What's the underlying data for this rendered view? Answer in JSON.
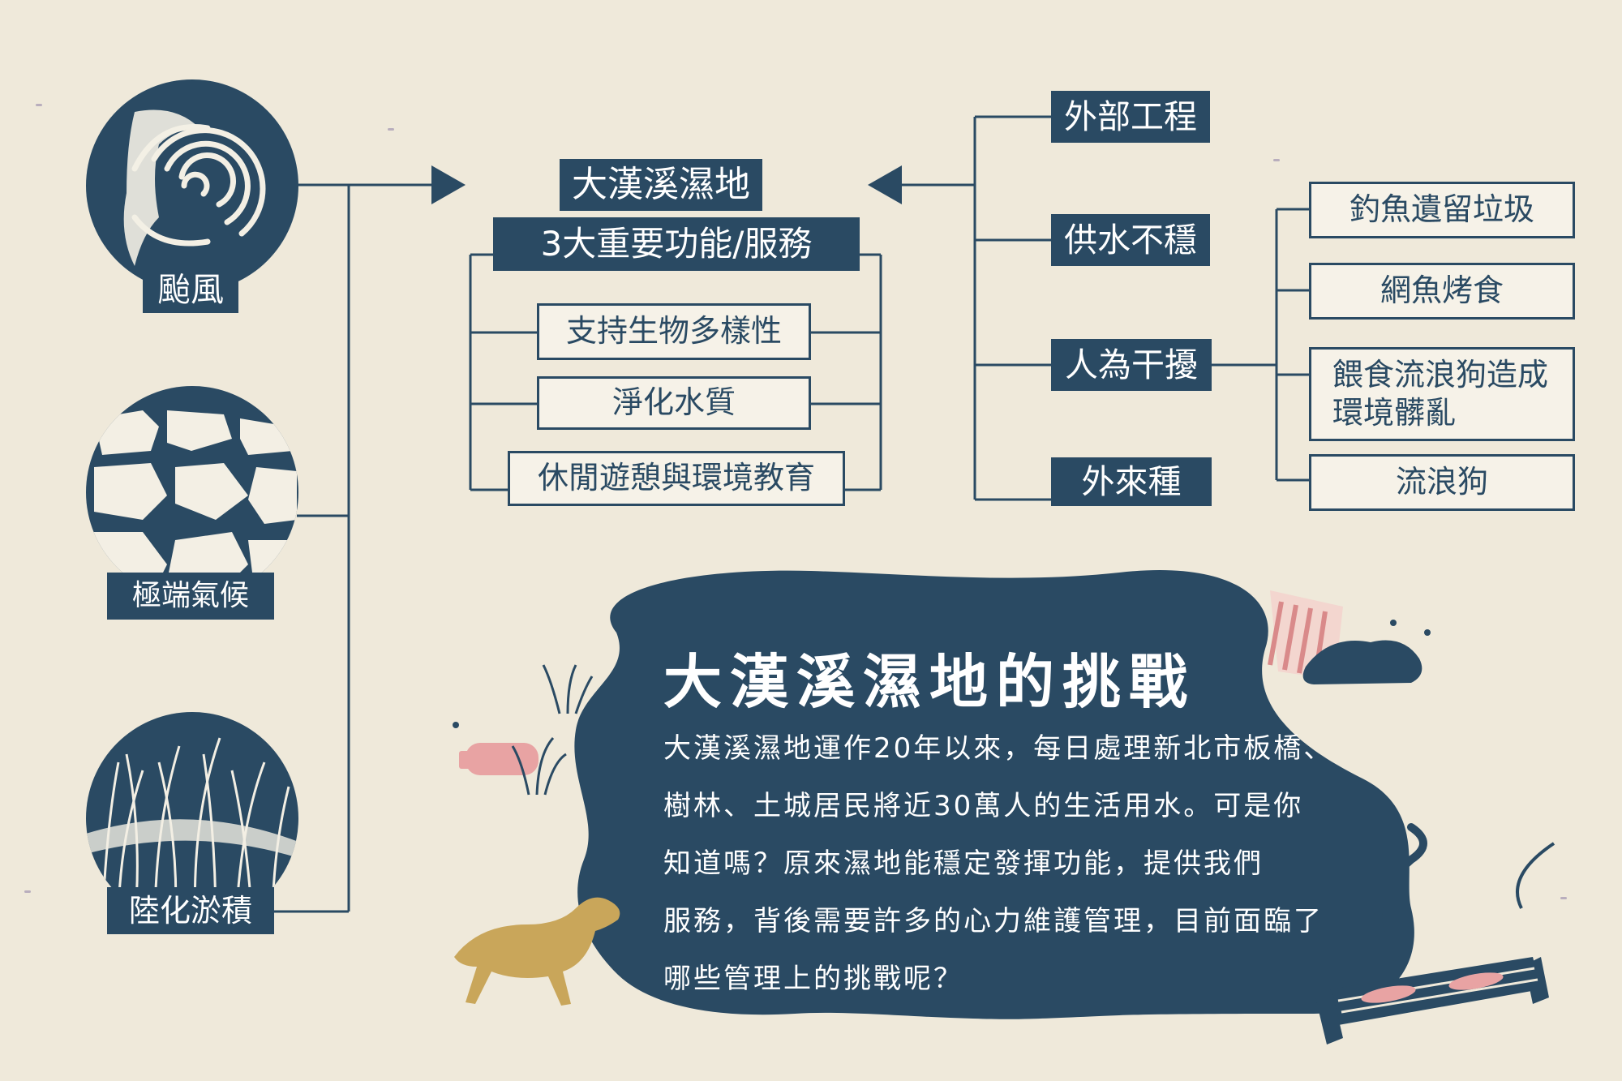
{
  "threats": [
    {
      "label": "颱風",
      "icon": "typhoon-icon"
    },
    {
      "label": "極端氣候",
      "icon": "cracked-earth-icon"
    },
    {
      "label": "陸化淤積",
      "icon": "reed-grass-icon"
    }
  ],
  "center": {
    "title": "大漢溪濕地",
    "subtitle": "3大重要功能/服務",
    "functions": [
      "支持生物多樣性",
      "淨化水質",
      "休閒遊憩與環境教育"
    ]
  },
  "pressures": [
    "外部工程",
    "供水不穩",
    "人為干擾",
    "外來種"
  ],
  "human_disturbances": [
    "釣魚遺留垃圾",
    "網魚烤食",
    "餵食流浪狗造成",
    "環境髒亂",
    "流浪狗"
  ],
  "challenge": {
    "title": "大漢溪濕地的挑戰",
    "lines": [
      "大漢溪濕地運作20年以來，每日處理新北市板橋、",
      "樹林、土城居民將近30萬人的生活用水。可是你",
      "知道嗎？原來濕地能穩定發揮功能，提供我們",
      "服務，背後需要許多的心力維護管理，目前面臨了",
      "哪些管理上的挑戰呢？"
    ]
  },
  "colors": {
    "navy": "#2a4a63",
    "paper": "#efe9da",
    "dog": "#c9a65a",
    "pink": "#e8a3a3"
  }
}
